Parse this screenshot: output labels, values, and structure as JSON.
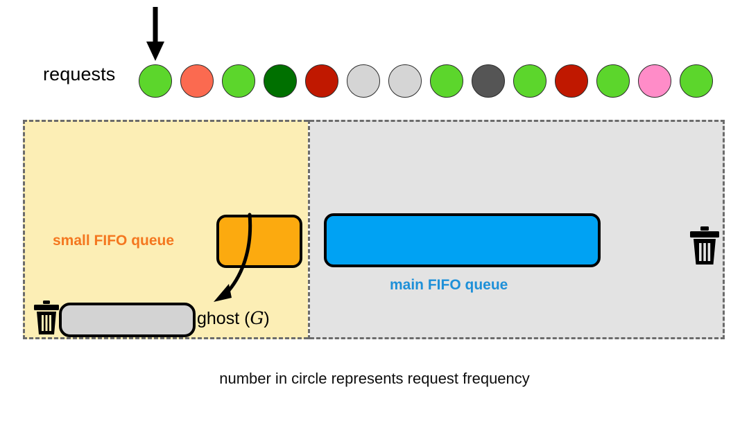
{
  "figure": {
    "caption": "number in circle represents request frequency"
  },
  "requests": {
    "label": "requests",
    "arrow_icon": "down-arrow-icon",
    "circles": [
      {
        "index": 1,
        "color": "#5CD62C",
        "name": "request-circle-green"
      },
      {
        "index": 2,
        "color": "#FB6A50",
        "name": "request-circle-salmon"
      },
      {
        "index": 3,
        "color": "#5CD62C",
        "name": "request-circle-green"
      },
      {
        "index": 4,
        "color": "#007000",
        "name": "request-circle-dark-green"
      },
      {
        "index": 5,
        "color": "#C01800",
        "name": "request-circle-dark-red"
      },
      {
        "index": 6,
        "color": "#D5D5D5",
        "name": "request-circle-light-gray"
      },
      {
        "index": 7,
        "color": "#D5D5D5",
        "name": "request-circle-light-gray"
      },
      {
        "index": 8,
        "color": "#5CD62C",
        "name": "request-circle-green"
      },
      {
        "index": 9,
        "color": "#555555",
        "name": "request-circle-dark-gray"
      },
      {
        "index": 10,
        "color": "#5CD62C",
        "name": "request-circle-green"
      },
      {
        "index": 11,
        "color": "#C01800",
        "name": "request-circle-dark-red"
      },
      {
        "index": 12,
        "color": "#5CD62C",
        "name": "request-circle-green"
      },
      {
        "index": 13,
        "color": "#FF8CC8",
        "name": "request-circle-pink"
      },
      {
        "index": 14,
        "color": "#5CD62C",
        "name": "request-circle-green"
      }
    ]
  },
  "small_region": {
    "background": "#FCEEB5",
    "queue_label": "small FIFO queue",
    "queue_label_color": "#F4771F",
    "queue_box_color": "#FCAA0F",
    "ghost_label": "ghost (",
    "ghost_symbol": "G",
    "ghost_label_close": ")",
    "ghost_box_color": "#D3D3D3",
    "evict_icon": "trash-icon"
  },
  "main_region": {
    "background": "#E3E3E3",
    "queue_label": "main FIFO queue",
    "queue_label_color": "#1E90D8",
    "queue_box_color": "#00A2F3",
    "evict_icon": "trash-icon"
  }
}
